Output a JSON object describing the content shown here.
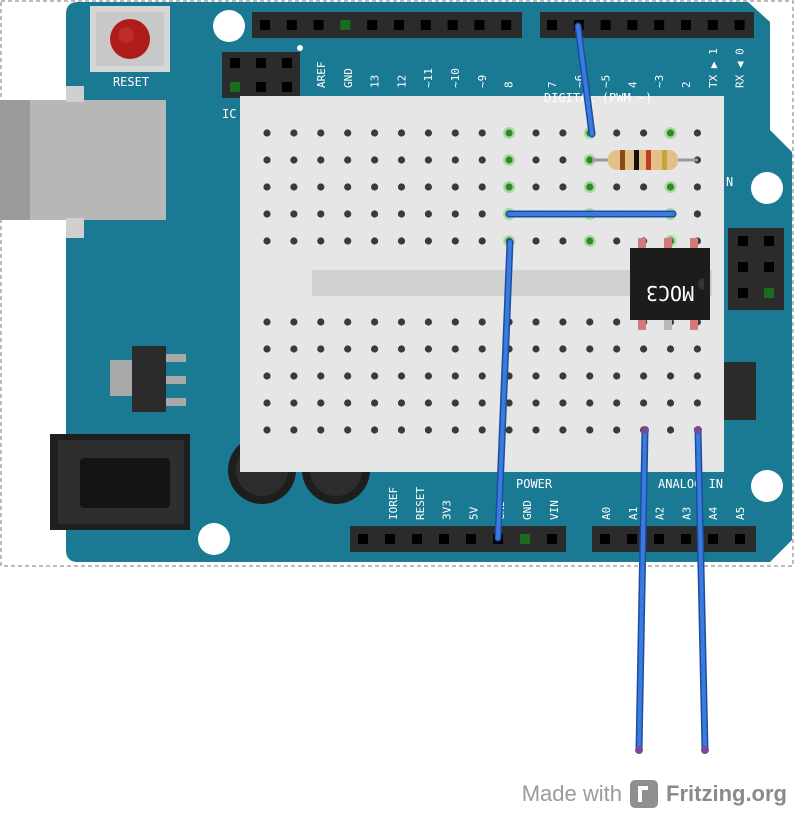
{
  "board": {
    "reset_label": "RESET",
    "icsp_label": "IC",
    "digital_header_label": "DIGITAL (PWM ~)",
    "power_label": "POWER",
    "analog_label": "ANALOG IN",
    "side_letter": "N",
    "top_pins_left": [
      "AREF",
      "GND",
      "13",
      "12",
      "~11",
      "~10",
      "~9",
      "8"
    ],
    "top_pins_right": [
      "7",
      "~6",
      "~5",
      "4",
      "~3",
      "2",
      "TX ▶ 1",
      "RX ◀ 0"
    ],
    "power_pins": [
      "IOREF",
      "RESET",
      "3V3",
      "5V",
      "GND",
      "GND",
      "VIN"
    ],
    "analog_pins": [
      "A0",
      "A1",
      "A2",
      "A3",
      "A4",
      "A5"
    ],
    "colors": {
      "pcb": "#1a7a93",
      "breadboard": "#e6e6e6",
      "wire": "#2a63c9",
      "header": "#2b2b2b"
    }
  },
  "chip": {
    "label": "MOC3"
  },
  "footer": {
    "made_with": "Made with",
    "brand": "Fritzing.org"
  }
}
